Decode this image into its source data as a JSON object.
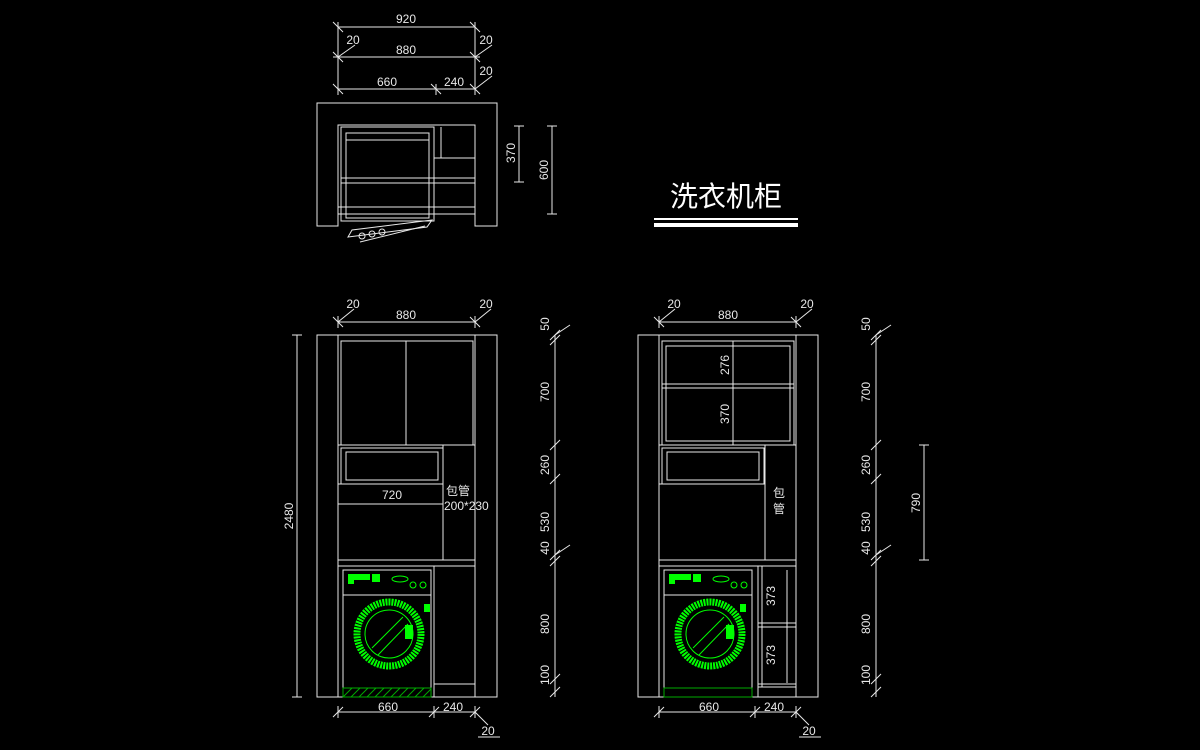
{
  "title": "洗衣机柜",
  "plan": {
    "dims": {
      "total": "920",
      "side_l": "20",
      "inner": "880",
      "side_r": "20",
      "machine": "660",
      "shelf": "240",
      "side_r2": "20",
      "shelf_depth": "370",
      "depth": "600"
    }
  },
  "front": {
    "top": {
      "side_l": "20",
      "inner": "880",
      "side_r": "20"
    },
    "height_total": "2480",
    "cabinet_width": "720",
    "pipe_label": "包管",
    "pipe_size": "200*230",
    "right": [
      "50",
      "700",
      "260",
      "530",
      "40",
      "800",
      "100"
    ],
    "bottom": {
      "machine": "660",
      "shelf": "240",
      "side": "20"
    }
  },
  "side": {
    "top": {
      "side_l": "20",
      "inner": "880",
      "side_r": "20"
    },
    "upper_shelf": "276",
    "lower_shelf": "370",
    "pipe_label": [
      "包",
      "管"
    ],
    "shelf_a": "373",
    "shelf_b": "373",
    "right": [
      "50",
      "700",
      "260",
      "530",
      "40",
      "800",
      "100"
    ],
    "pipe_height": "790",
    "bottom": {
      "machine": "660",
      "shelf": "240",
      "side": "20"
    }
  }
}
